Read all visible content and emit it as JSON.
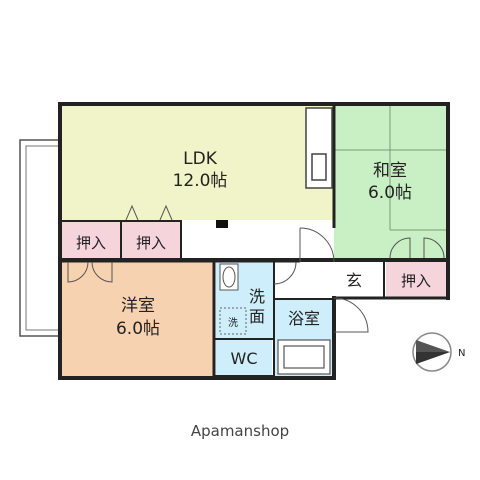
{
  "rooms": {
    "ldk": {
      "name": "LDK",
      "size": "12.0帖"
    },
    "washitsu": {
      "name": "和室",
      "size": "6.0帖"
    },
    "yoshitsu": {
      "name": "洋室",
      "size": "6.0帖"
    },
    "oshiire": "押入",
    "senmen": "洗面",
    "senmen_char1": "洗",
    "senmen_char2": "面",
    "washer": "洗",
    "yokushitsu": "浴室",
    "wc": "WC",
    "genkan": "玄"
  },
  "compass": {
    "label": "N"
  },
  "brand": "Apamanshop",
  "colors": {
    "ldk": "#f1f4c8",
    "washitsu": "#c9f0c4",
    "yoshitsu": "#f7d2b0",
    "closet": "#f6d4dc",
    "wet": "#cdeefa",
    "wall": "#222222"
  }
}
